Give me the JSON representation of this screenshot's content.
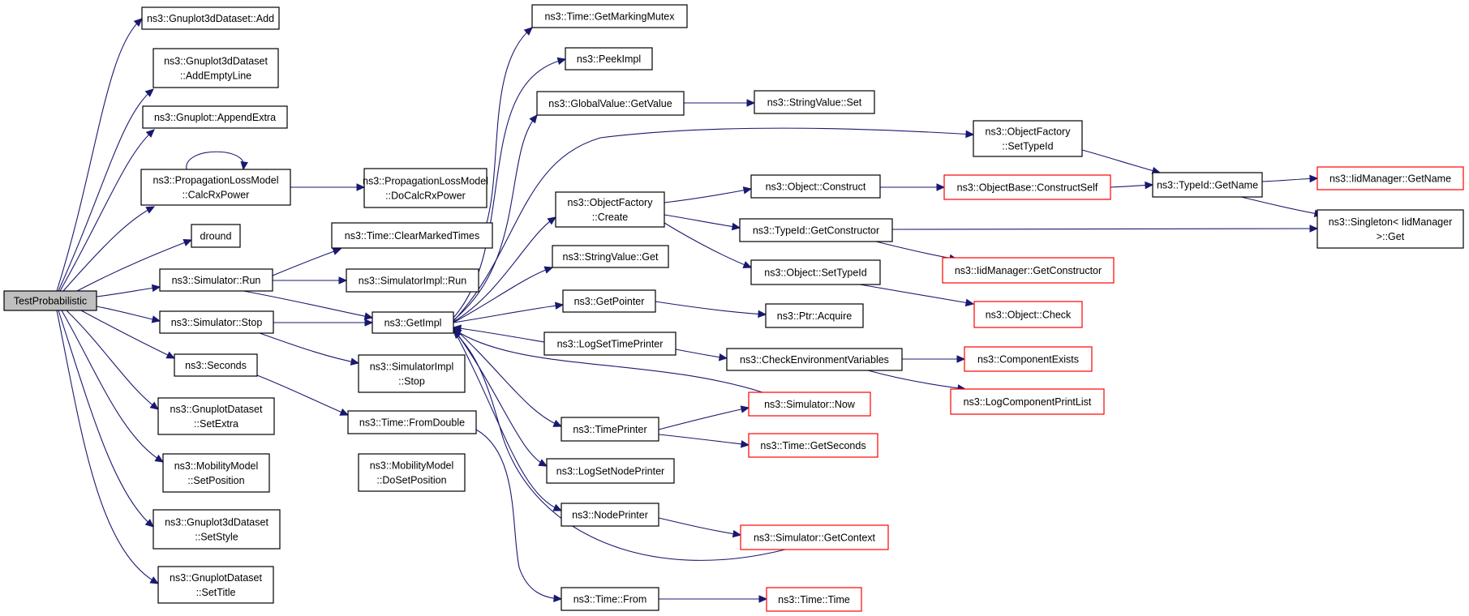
{
  "colors": {
    "edge": "#191970",
    "node_border_default": "#000000",
    "node_border_truncated": "#ff0000",
    "root_fill": "#bfbfbf",
    "node_fill": "#ffffff"
  },
  "nodes": [
    {
      "id": "root",
      "lines": [
        "TestProbabilistic"
      ],
      "style": "root"
    },
    {
      "id": "g3d_add",
      "lines": [
        "ns3::Gnuplot3dDataset::Add"
      ],
      "style": "normal"
    },
    {
      "id": "g3d_addempty",
      "lines": [
        "ns3::Gnuplot3dDataset",
        "::AddEmptyLine"
      ],
      "style": "normal"
    },
    {
      "id": "gp_append",
      "lines": [
        "ns3::Gnuplot::AppendExtra"
      ],
      "style": "normal"
    },
    {
      "id": "plm_calc",
      "lines": [
        "ns3::PropagationLossModel",
        "::CalcRxPower"
      ],
      "style": "normal"
    },
    {
      "id": "plm_docalc",
      "lines": [
        "ns3::PropagationLossModel",
        "::DoCalcRxPower"
      ],
      "style": "normal"
    },
    {
      "id": "dround",
      "lines": [
        "dround"
      ],
      "style": "normal"
    },
    {
      "id": "sim_run",
      "lines": [
        "ns3::Simulator::Run"
      ],
      "style": "normal"
    },
    {
      "id": "sim_stop",
      "lines": [
        "ns3::Simulator::Stop"
      ],
      "style": "normal"
    },
    {
      "id": "seconds",
      "lines": [
        "ns3::Seconds"
      ],
      "style": "normal"
    },
    {
      "id": "gds_setextra",
      "lines": [
        "ns3::GnuplotDataset",
        "::SetExtra"
      ],
      "style": "normal"
    },
    {
      "id": "mm_setpos",
      "lines": [
        "ns3::MobilityModel",
        "::SetPosition"
      ],
      "style": "normal"
    },
    {
      "id": "mm_dosetpos",
      "lines": [
        "ns3::MobilityModel",
        "::DoSetPosition"
      ],
      "style": "normal"
    },
    {
      "id": "g3d_setstyle",
      "lines": [
        "ns3::Gnuplot3dDataset",
        "::SetStyle"
      ],
      "style": "normal"
    },
    {
      "id": "gds_settitle",
      "lines": [
        "ns3::GnuplotDataset",
        "::SetTitle"
      ],
      "style": "normal"
    },
    {
      "id": "time_clear",
      "lines": [
        "ns3::Time::ClearMarkedTimes"
      ],
      "style": "normal"
    },
    {
      "id": "simimpl_run",
      "lines": [
        "ns3::SimulatorImpl::Run"
      ],
      "style": "normal"
    },
    {
      "id": "getimpl",
      "lines": [
        "ns3::GetImpl"
      ],
      "style": "normal"
    },
    {
      "id": "simimpl_stop",
      "lines": [
        "ns3::SimulatorImpl",
        "::Stop"
      ],
      "style": "normal"
    },
    {
      "id": "time_fromdouble",
      "lines": [
        "ns3::Time::FromDouble"
      ],
      "style": "normal"
    },
    {
      "id": "time_mutex",
      "lines": [
        "ns3::Time::GetMarkingMutex"
      ],
      "style": "normal"
    },
    {
      "id": "peekimpl",
      "lines": [
        "ns3::PeekImpl"
      ],
      "style": "normal"
    },
    {
      "id": "gv_getvalue",
      "lines": [
        "ns3::GlobalValue::GetValue"
      ],
      "style": "normal"
    },
    {
      "id": "sv_set",
      "lines": [
        "ns3::StringValue::Set"
      ],
      "style": "normal"
    },
    {
      "id": "of_create",
      "lines": [
        "ns3::ObjectFactory",
        "::Create"
      ],
      "style": "normal"
    },
    {
      "id": "sv_get",
      "lines": [
        "ns3::StringValue::Get"
      ],
      "style": "normal"
    },
    {
      "id": "getpointer",
      "lines": [
        "ns3::GetPointer"
      ],
      "style": "normal"
    },
    {
      "id": "logsettime",
      "lines": [
        "ns3::LogSetTimePrinter"
      ],
      "style": "normal"
    },
    {
      "id": "timeprinter",
      "lines": [
        "ns3::TimePrinter"
      ],
      "style": "normal"
    },
    {
      "id": "logsetnode",
      "lines": [
        "ns3::LogSetNodePrinter"
      ],
      "style": "normal"
    },
    {
      "id": "nodeprinter",
      "lines": [
        "ns3::NodePrinter"
      ],
      "style": "normal"
    },
    {
      "id": "time_from",
      "lines": [
        "ns3::Time::From"
      ],
      "style": "normal"
    },
    {
      "id": "of_settypeid",
      "lines": [
        "ns3::ObjectFactory",
        "::SetTypeId"
      ],
      "style": "normal"
    },
    {
      "id": "obj_construct",
      "lines": [
        "ns3::Object::Construct"
      ],
      "style": "normal"
    },
    {
      "id": "typeid_getctor",
      "lines": [
        "ns3::TypeId::GetConstructor"
      ],
      "style": "normal"
    },
    {
      "id": "obj_settypeid",
      "lines": [
        "ns3::Object::SetTypeId"
      ],
      "style": "normal"
    },
    {
      "id": "ptr_acquire",
      "lines": [
        "ns3::Ptr::Acquire"
      ],
      "style": "normal"
    },
    {
      "id": "checkenv",
      "lines": [
        "ns3::CheckEnvironmentVariables"
      ],
      "style": "normal"
    },
    {
      "id": "sim_now",
      "lines": [
        "ns3::Simulator::Now"
      ],
      "style": "truncated"
    },
    {
      "id": "time_getseconds",
      "lines": [
        "ns3::Time::GetSeconds"
      ],
      "style": "truncated"
    },
    {
      "id": "sim_getcontext",
      "lines": [
        "ns3::Simulator::GetContext"
      ],
      "style": "truncated"
    },
    {
      "id": "time_time",
      "lines": [
        "ns3::Time::Time"
      ],
      "style": "truncated"
    },
    {
      "id": "ob_constructself",
      "lines": [
        "ns3::ObjectBase::ConstructSelf"
      ],
      "style": "truncated"
    },
    {
      "id": "iid_getctor",
      "lines": [
        "ns3::IidManager::GetConstructor"
      ],
      "style": "truncated"
    },
    {
      "id": "obj_check",
      "lines": [
        "ns3::Object::Check"
      ],
      "style": "truncated"
    },
    {
      "id": "compexists",
      "lines": [
        "ns3::ComponentExists"
      ],
      "style": "truncated"
    },
    {
      "id": "logcompprint",
      "lines": [
        "ns3::LogComponentPrintList"
      ],
      "style": "truncated"
    },
    {
      "id": "typeid_getname",
      "lines": [
        "ns3::TypeId::GetName"
      ],
      "style": "normal"
    },
    {
      "id": "iid_getname",
      "lines": [
        "ns3::IidManager::GetName"
      ],
      "style": "truncated"
    },
    {
      "id": "singleton_get",
      "lines": [
        "ns3::Singleton< IidManager",
        ">::Get"
      ],
      "style": "normal"
    }
  ]
}
